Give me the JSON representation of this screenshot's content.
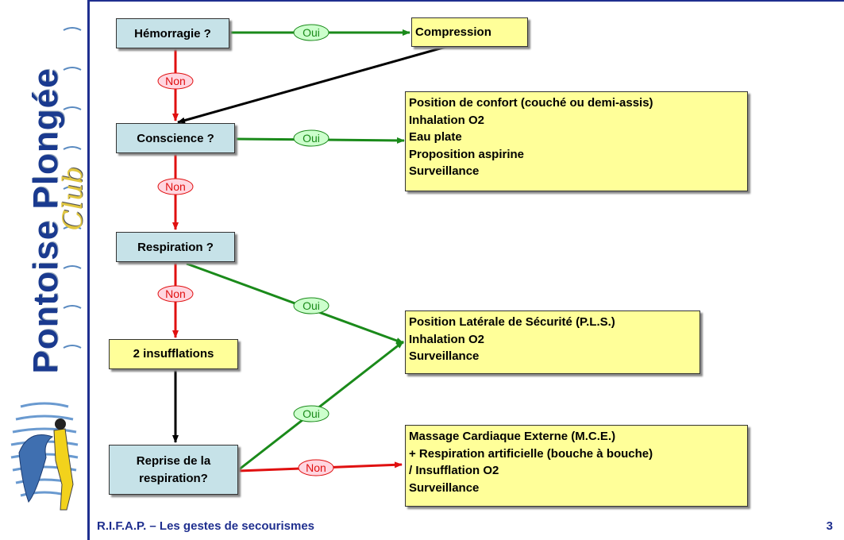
{
  "logo": {
    "name": "Pontoise Plongée",
    "sub": "Club"
  },
  "questions": {
    "hemorragie": "Hémorragie ?",
    "conscience": "Conscience ?",
    "respiration": "Respiration ?",
    "insufflations": "2 insufflations",
    "reprise": "Reprise de la respiration?"
  },
  "actions": {
    "compression": "Compression",
    "confort": [
      "Position de confort (couché ou demi-assis)",
      "Inhalation O2",
      "Eau plate",
      "Proposition aspirine",
      "Surveillance"
    ],
    "pls": [
      "Position Latérale de Sécurité (P.L.S.)",
      "Inhalation O2",
      "Surveillance"
    ],
    "mce": [
      "Massage Cardiaque Externe (M.C.E.)",
      "+ Respiration artificielle (bouche à bouche)",
      "/ Insufflation O2",
      "Surveillance"
    ]
  },
  "labels": {
    "oui": "Oui",
    "non": "Non"
  },
  "colors": {
    "yes": "#1a8a1a",
    "no": "#e01010",
    "neutral": "#000000",
    "question_bg": "#c6e2e8",
    "action_bg": "#ffff99",
    "brand": "#1f2f8f"
  },
  "footer": {
    "text": "R.I.F.A.P. – Les gestes de secourismes",
    "page": "3"
  }
}
